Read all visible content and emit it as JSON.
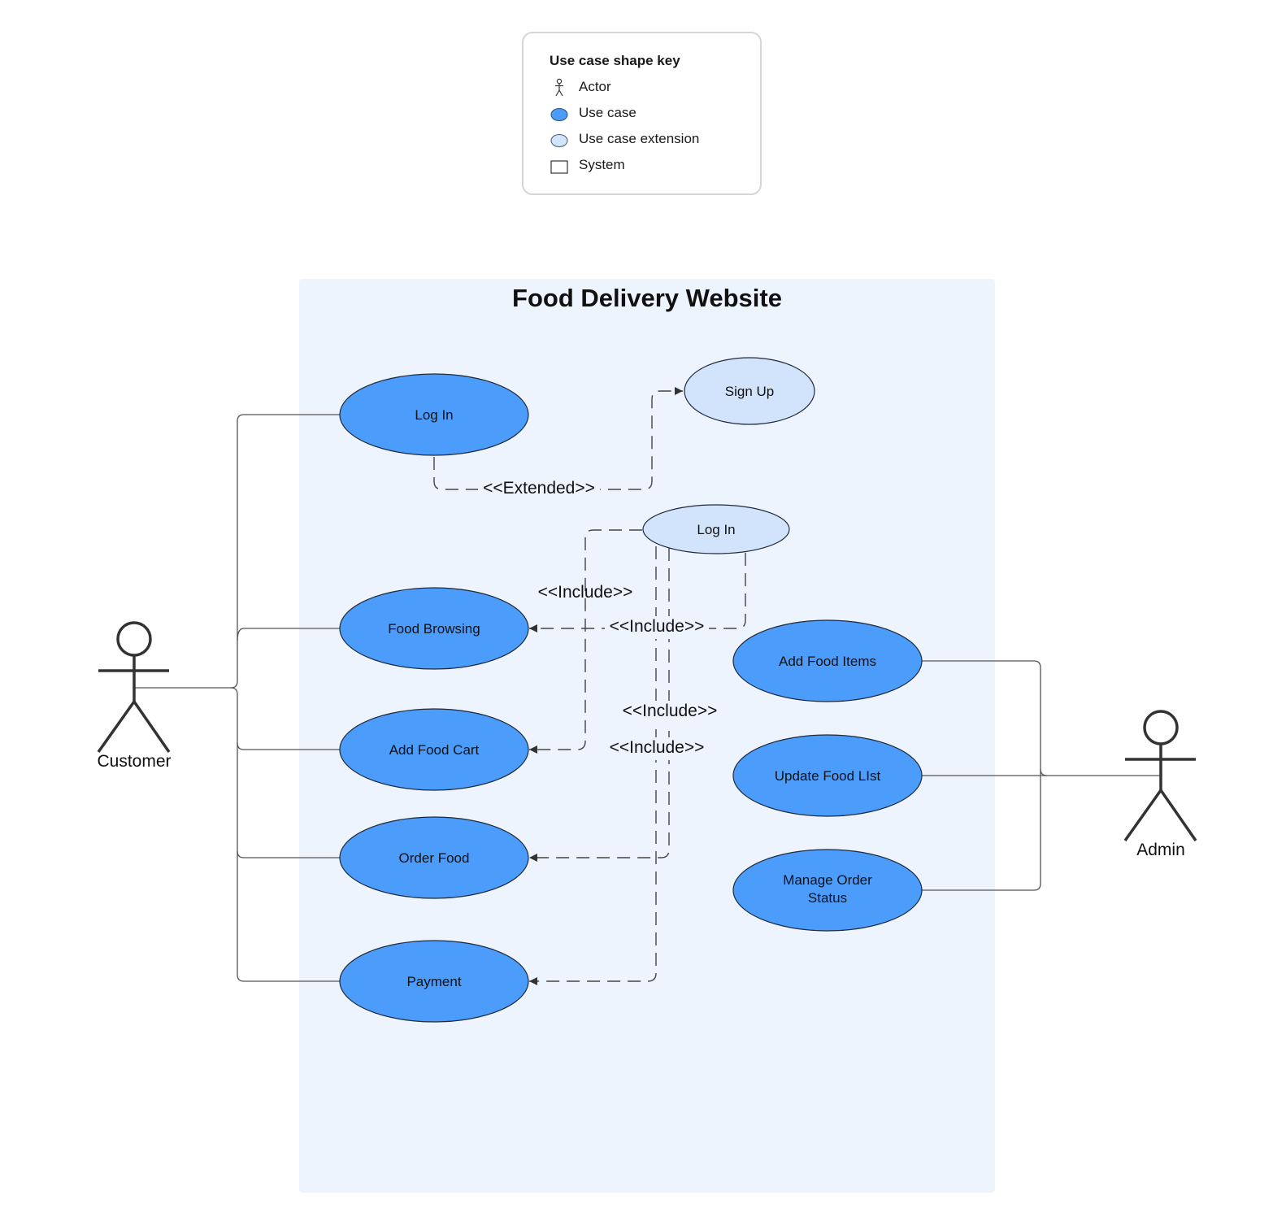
{
  "colors": {
    "use_case": "#4b9cfb",
    "use_case_extension": "#d2e4fc",
    "system_fill": "#edf4fe",
    "key_border": "#d6d6d6",
    "line": "#555555"
  },
  "key": {
    "title": "Use case shape key",
    "items": [
      {
        "label": "Actor",
        "icon": "actor-icon"
      },
      {
        "label": "Use case",
        "icon": "use-case-icon"
      },
      {
        "label": "Use case extension",
        "icon": "use-case-extension-icon"
      },
      {
        "label": "System",
        "icon": "system-icon"
      }
    ]
  },
  "system": {
    "title": "Food Delivery Website"
  },
  "actors": {
    "customer": "Customer",
    "admin": "Admin"
  },
  "use_cases": {
    "login": "Log In",
    "signup": "Sign Up",
    "login_ext": "Log In",
    "food_browsing": "Food Browsing",
    "add_food_cart": "Add Food Cart",
    "order_food": "Order Food",
    "payment": "Payment",
    "add_food_items": "Add Food Items",
    "update_food_list": "Update Food LIst",
    "manage_order_status_line1": "Manage Order",
    "manage_order_status_line2": "Status"
  },
  "relations": {
    "extended": "<<Extended>>",
    "include_1": "<<Include>>",
    "include_2": "<<Include>>",
    "include_3": "<<Include>>",
    "include_4": "<<Include>>"
  }
}
